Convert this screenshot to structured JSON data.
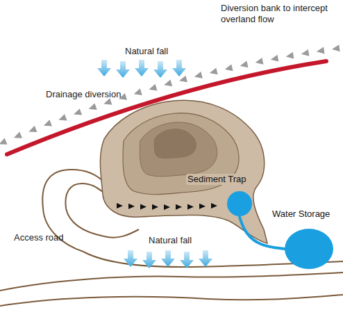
{
  "diagram": {
    "nodes": [
      {
        "text": [
          "Sediment Trap"
        ]
      },
      {
        "text": [
          "Water Storage"
        ]
      }
    ],
    "edges": [
      {
        "from": 0,
        "to": 1,
        "arrow": "none"
      }
    ],
    "labels": [
      "Natural fall",
      "Diversion bank to intercept overland flow",
      "Drainage diversion",
      "Access road",
      "Natural fall"
    ]
  }
}
